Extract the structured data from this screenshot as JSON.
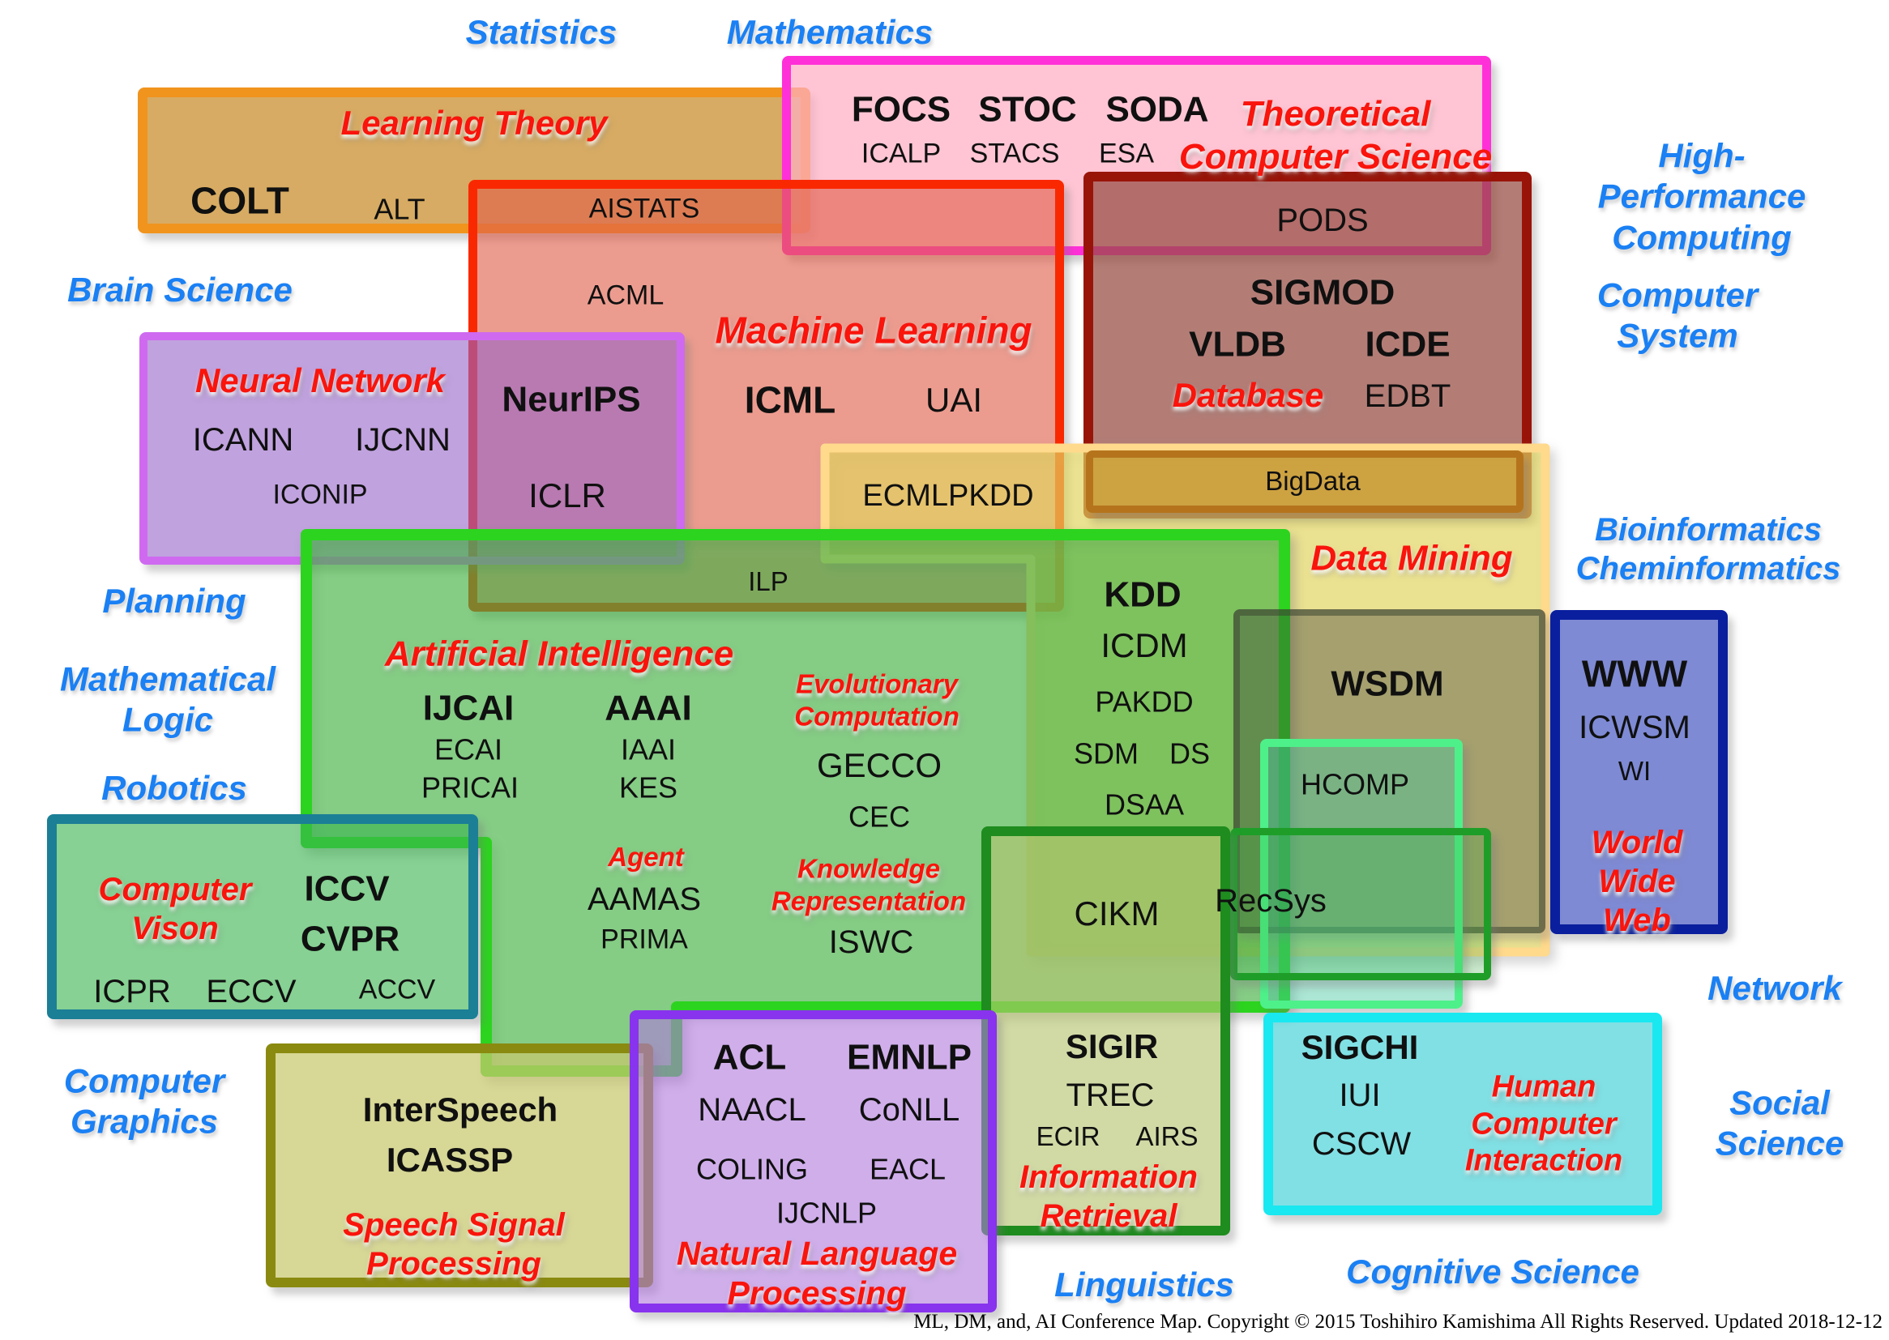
{
  "fields": {
    "statistics": "Statistics",
    "mathematics": "Mathematics",
    "hpc": "High-Performance\nComputing",
    "computer_system": "Computer\nSystem",
    "brain_science": "Brain Science",
    "bioinformatics": "Bioinformatics\nCheminformatics",
    "planning": "Planning",
    "mathematical_logic": "Mathematical\nLogic",
    "robotics": "Robotics",
    "computer_graphics": "Computer\nGraphics",
    "network": "Network",
    "social_science": "Social\nScience",
    "linguistics": "Linguistics",
    "cognitive_science": "Cognitive Science"
  },
  "domains": {
    "learning_theory": "Learning Theory",
    "theoretical_cs": "Theoretical\nComputer Science",
    "machine_learning": "Machine Learning",
    "neural_network": "Neural Network",
    "database": "Database",
    "data_mining": "Data Mining",
    "artificial_intelligence": "Artificial Intelligence",
    "evolutionary_computation": "Evolutionary\nComputation",
    "agent": "Agent",
    "knowledge_representation": "Knowledge\nRepresentation",
    "computer_vision": "Computer\nVison",
    "world_wide_web": "World\nWide\nWeb",
    "speech_signal_processing": "Speech Signal\nProcessing",
    "natural_language_processing": "Natural Language\nProcessing",
    "information_retrieval": "Information\nRetrieval",
    "human_computer_interaction": "Human\nComputer\nInteraction"
  },
  "confs": {
    "colt": "COLT",
    "alt": "ALT",
    "aistats": "AISTATS",
    "focs": "FOCS",
    "stoc": "STOC",
    "soda": "SODA",
    "icalp": "ICALP",
    "stacs": "STACS",
    "esa": "ESA",
    "pods": "PODS",
    "sigmod": "SIGMOD",
    "vldb": "VLDB",
    "icde": "ICDE",
    "edbt": "EDBT",
    "bigdata": "BigData",
    "acml": "ACML",
    "neurips": "NeurIPS",
    "icml": "ICML",
    "uai": "UAI",
    "iclr": "ICLR",
    "icann": "ICANN",
    "ijcnn": "IJCNN",
    "iconip": "ICONIP",
    "ecmlpkdd": "ECMLPKDD",
    "ilp": "ILP",
    "kdd": "KDD",
    "icdm": "ICDM",
    "pakdd": "PAKDD",
    "sdm": "SDM",
    "ds": "DS",
    "dsaa": "DSAA",
    "wsdm": "WSDM",
    "hcomp": "HCOMP",
    "recsys": "RecSys",
    "cikm": "CIKM",
    "www": "WWW",
    "icwsm": "ICWSM",
    "wi": "WI",
    "ijcai": "IJCAI",
    "aaai": "AAAI",
    "ecai": "ECAI",
    "iaai": "IAAI",
    "pricai": "PRICAI",
    "kes": "KES",
    "gecco": "GECCO",
    "cec": "CEC",
    "aamas": "AAMAS",
    "prima": "PRIMA",
    "iswc": "ISWC",
    "iccv": "ICCV",
    "cvpr": "CVPR",
    "icpr": "ICPR",
    "eccv": "ECCV",
    "accv": "ACCV",
    "interspeech": "InterSpeech",
    "icassp": "ICASSP",
    "acl": "ACL",
    "emnlp": "EMNLP",
    "naacl": "NAACL",
    "conll": "CoNLL",
    "coling": "COLING",
    "eacl": "EACL",
    "ijcnlp": "IJCNLP",
    "sigir": "SIGIR",
    "trec": "TREC",
    "ecir": "ECIR",
    "airs": "AIRS",
    "sigchi": "SIGCHI",
    "iui": "IUI",
    "cscw": "CSCW"
  },
  "colors": {
    "label_red": "#f9140c",
    "label_blue": "#1a80f4",
    "learning_theory_border": "#f0941e",
    "theoretical_cs_border": "#ff30d8",
    "machine_learning_border": "#fa2800",
    "database_border": "#991408",
    "neural_network_border": "#cf6af0",
    "data_mining_border": "#ffd98c",
    "ai_border": "#2cd41f",
    "www_border": "#0a1f9e",
    "computer_vision_border": "#1b7f96",
    "speech_border": "#8a8a10",
    "nlp_border": "#8833ee",
    "ir_border": "#1e8c1e",
    "hci_border": "#19e8f0",
    "bigdata_border": "#b5741c",
    "mint_border": "#4ef08a",
    "recsys_border": "#1e9e28"
  },
  "footer": {
    "copyright": "ML, DM, and, AI Conference Map. Copyright © 2015 Toshihiro Kamishima All Rights Reserved. Updated 2018-12-12"
  }
}
